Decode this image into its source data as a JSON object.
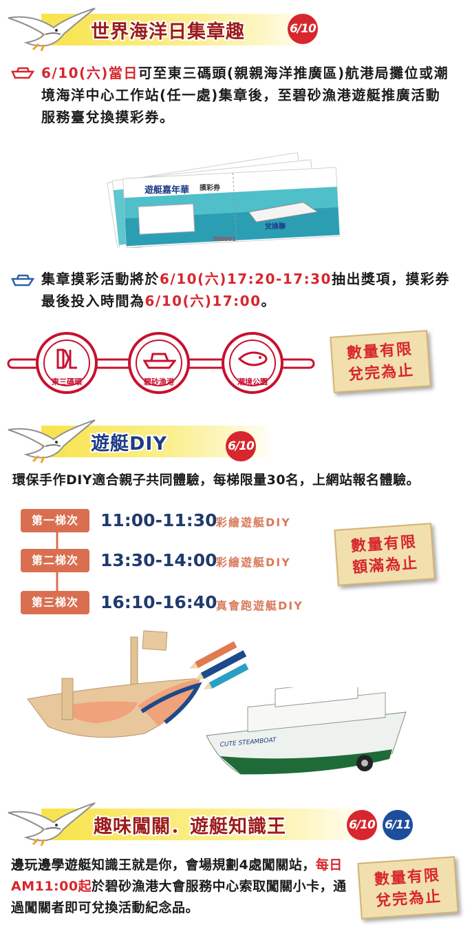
{
  "section1": {
    "title": "世界海洋日集章趣",
    "badge": "6/10",
    "para1_red": "6/10(六)當日",
    "para1_rest": "可至東三碼頭(親親海洋推廣區)航港局攤位或潮境海洋中心工作站(任一處)集章後，至碧砂漁港遊艇推廣活動服務臺兌換摸彩券。",
    "para2_a": "集章摸彩活動將於",
    "para2_red1": "6/10(六)17:20-17:30",
    "para2_b": "抽出獎項，摸彩券最後投入時間為",
    "para2_red2": "6/10(六)17:00",
    "para2_c": "。",
    "ticket": {
      "logo": "遊艇嘉年華",
      "title": "摸彩券",
      "stub_title": "兌換聯",
      "serial": "000001"
    },
    "locations": [
      "東三碼頭",
      "碧砂漁港",
      "潮境公園"
    ],
    "stamp_line1": "數量有限",
    "stamp_line2": "兌完為止"
  },
  "section2": {
    "title": "遊艇DIY",
    "badge": "6/10",
    "intro": "環保手作DIY適合親子共同體驗，每梯限量30名，上網站報名體驗。",
    "sessions": [
      {
        "tag": "第一梯次",
        "time": "11:00-11:30",
        "desc": "彩繪遊艇DIY"
      },
      {
        "tag": "第二梯次",
        "time": "13:30-14:00",
        "desc": "彩繪遊艇DIY"
      },
      {
        "tag": "第三梯次",
        "time": "16:10-16:40",
        "desc": "真會跑遊艇DIY"
      }
    ],
    "stamp_line1": "數量有限",
    "stamp_line2": "額滿為止",
    "boat_label": "CUTE STEAMBOAT"
  },
  "section3": {
    "title": "趣味闖關．遊艇知識王",
    "badge1": "6/10",
    "badge2": "6/11",
    "para_a": "邊玩邊學遊艇知識王就是你，會場規劃4處闖關站，",
    "para_red": "每日AM11:00起",
    "para_b": "於碧砂漁港大會服務中心索取闖關小卡，通過闖關者即可兌換活動紀念品。",
    "stamp_line1": "數量有限",
    "stamp_line2": "兌完為止"
  },
  "colors": {
    "accent_red": "#d7262d",
    "navy": "#1d3b86",
    "band_yellow": "#f8e34a",
    "session_orange": "#d96f50"
  }
}
